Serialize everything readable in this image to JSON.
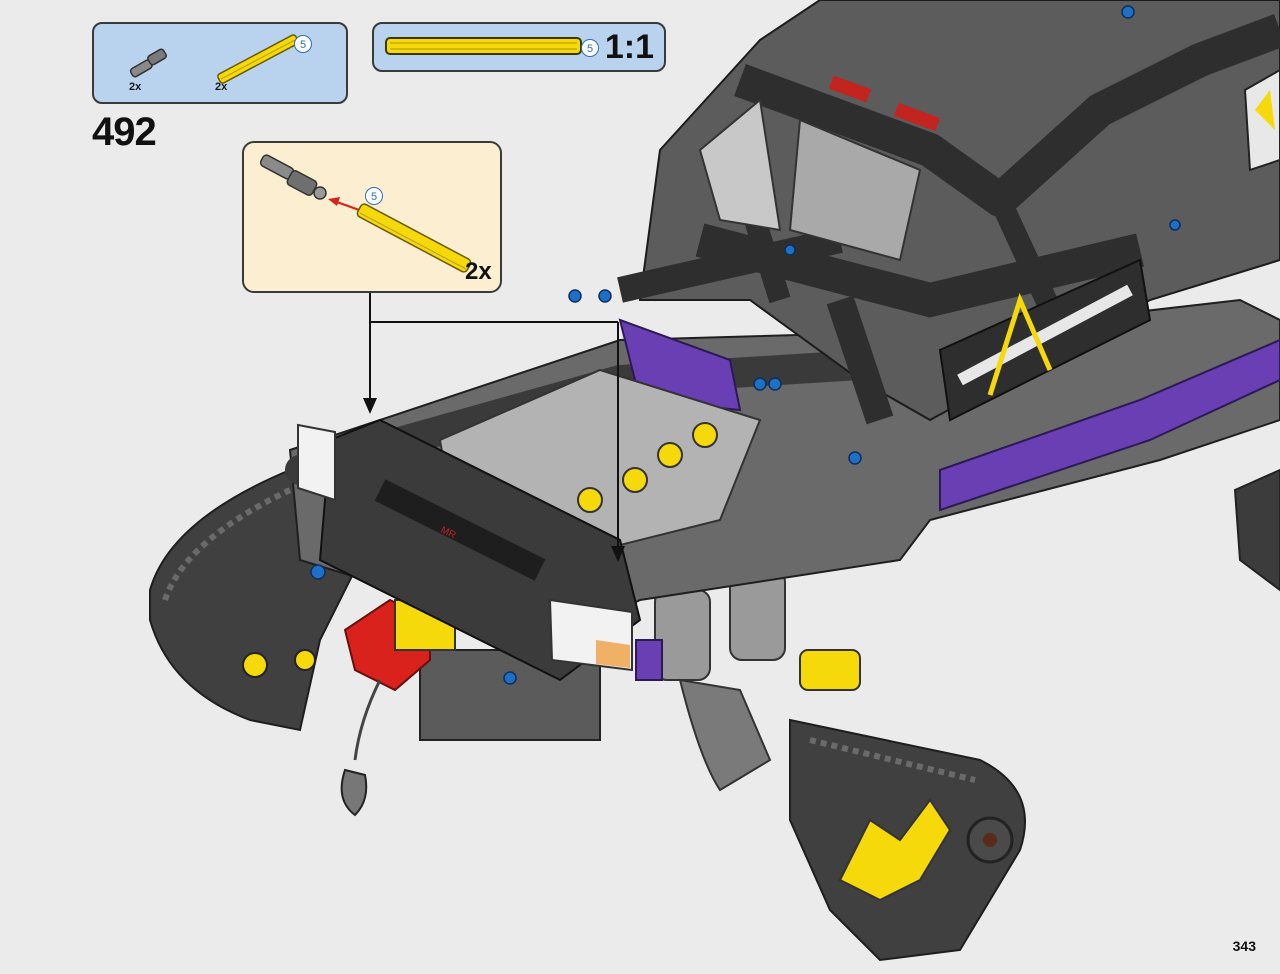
{
  "step": {
    "number": "492"
  },
  "parts_list": {
    "items": [
      {
        "name": "axle-pin-icon",
        "qty": "2x"
      },
      {
        "name": "axle-icon",
        "qty": "2x",
        "length": "5"
      }
    ]
  },
  "scale_box": {
    "axle_length": "5",
    "label": "1:1"
  },
  "sub_step": {
    "axle_length": "5",
    "qty": "2x"
  },
  "page": {
    "number": "343"
  },
  "colors": {
    "panel_blue": "#b9d3ee",
    "panel_cream": "#fcefd1",
    "axle_yellow": "#f5d90a",
    "arrow_red": "#d9221c",
    "frame_dark": "#2d2d2d",
    "frame_grey": "#8d8d8d",
    "accent_purple": "#6b3fb4",
    "track_dark": "#3a3a3a"
  }
}
